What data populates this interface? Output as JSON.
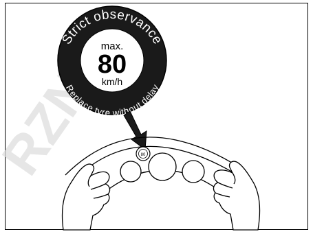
{
  "sticker": {
    "arc_top": "Strict observance",
    "max_label": "max.",
    "speed_value": "80",
    "unit": "km/h",
    "arc_bottom": "Replace tyre without delay"
  },
  "dash_sticker": {
    "speed_value": "80"
  },
  "watermark": {
    "text": "RZNEU"
  },
  "colors": {
    "sticker_bg": "#1a1a1a",
    "sticker_center": "#ffffff",
    "line": "#000000",
    "watermark": "#dcdcdc"
  }
}
